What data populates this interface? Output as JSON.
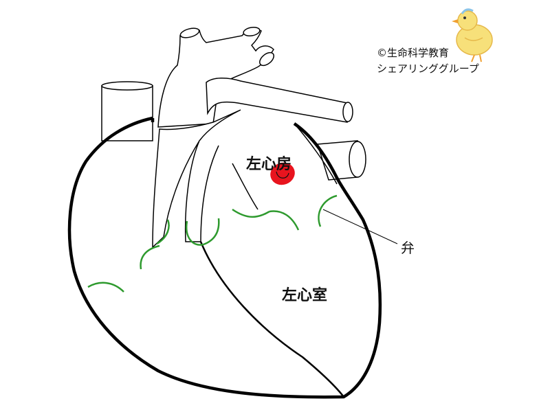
{
  "labels": {
    "left_atrium": "左心房",
    "left_ventricle": "左心室",
    "valve": "弁"
  },
  "credit": {
    "line1": "©生命科学教育",
    "line2": "シェアリンググループ"
  },
  "colors": {
    "outline": "#000000",
    "valve_lines": "#2e9a2e",
    "red_cell": "#e8141e",
    "background": "#ffffff"
  },
  "icons": [
    "chick-logo",
    "red-blood-cell-icon"
  ]
}
